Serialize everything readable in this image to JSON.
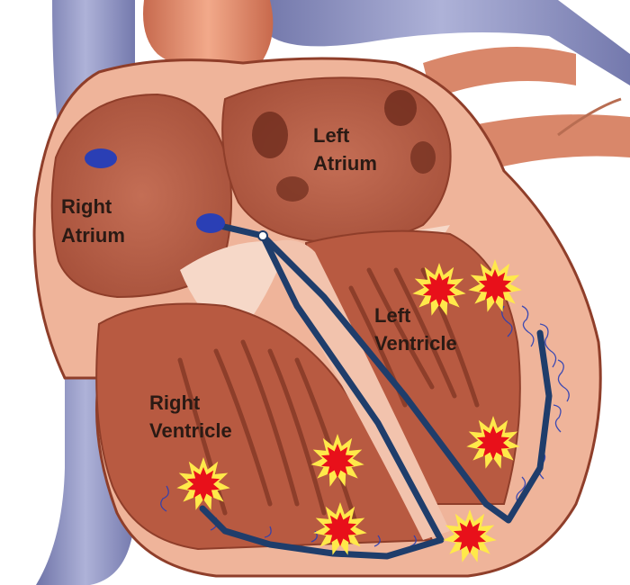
{
  "labels": {
    "right_atrium": [
      "Right",
      "Atrium"
    ],
    "left_atrium": [
      "Left",
      "Atrium"
    ],
    "right_ventricle": [
      "Right",
      "Ventricle"
    ],
    "left_ventricle": [
      "Left",
      "Ventricle"
    ]
  },
  "colors": {
    "background": "#ffffff",
    "vessel_blue": "#8d92bf",
    "tissue_pink": "#efb49a",
    "muscle_dark": "#9a4a35",
    "conduction_path": "#1f3d6b",
    "node_blue": "#2a3fb5",
    "burst_outer": "#ffe94a",
    "burst_inner": "#e8101a",
    "label_text": "#2a1a14"
  },
  "icons": {
    "node": "sa-node-dot",
    "activation": "starburst-icon"
  }
}
